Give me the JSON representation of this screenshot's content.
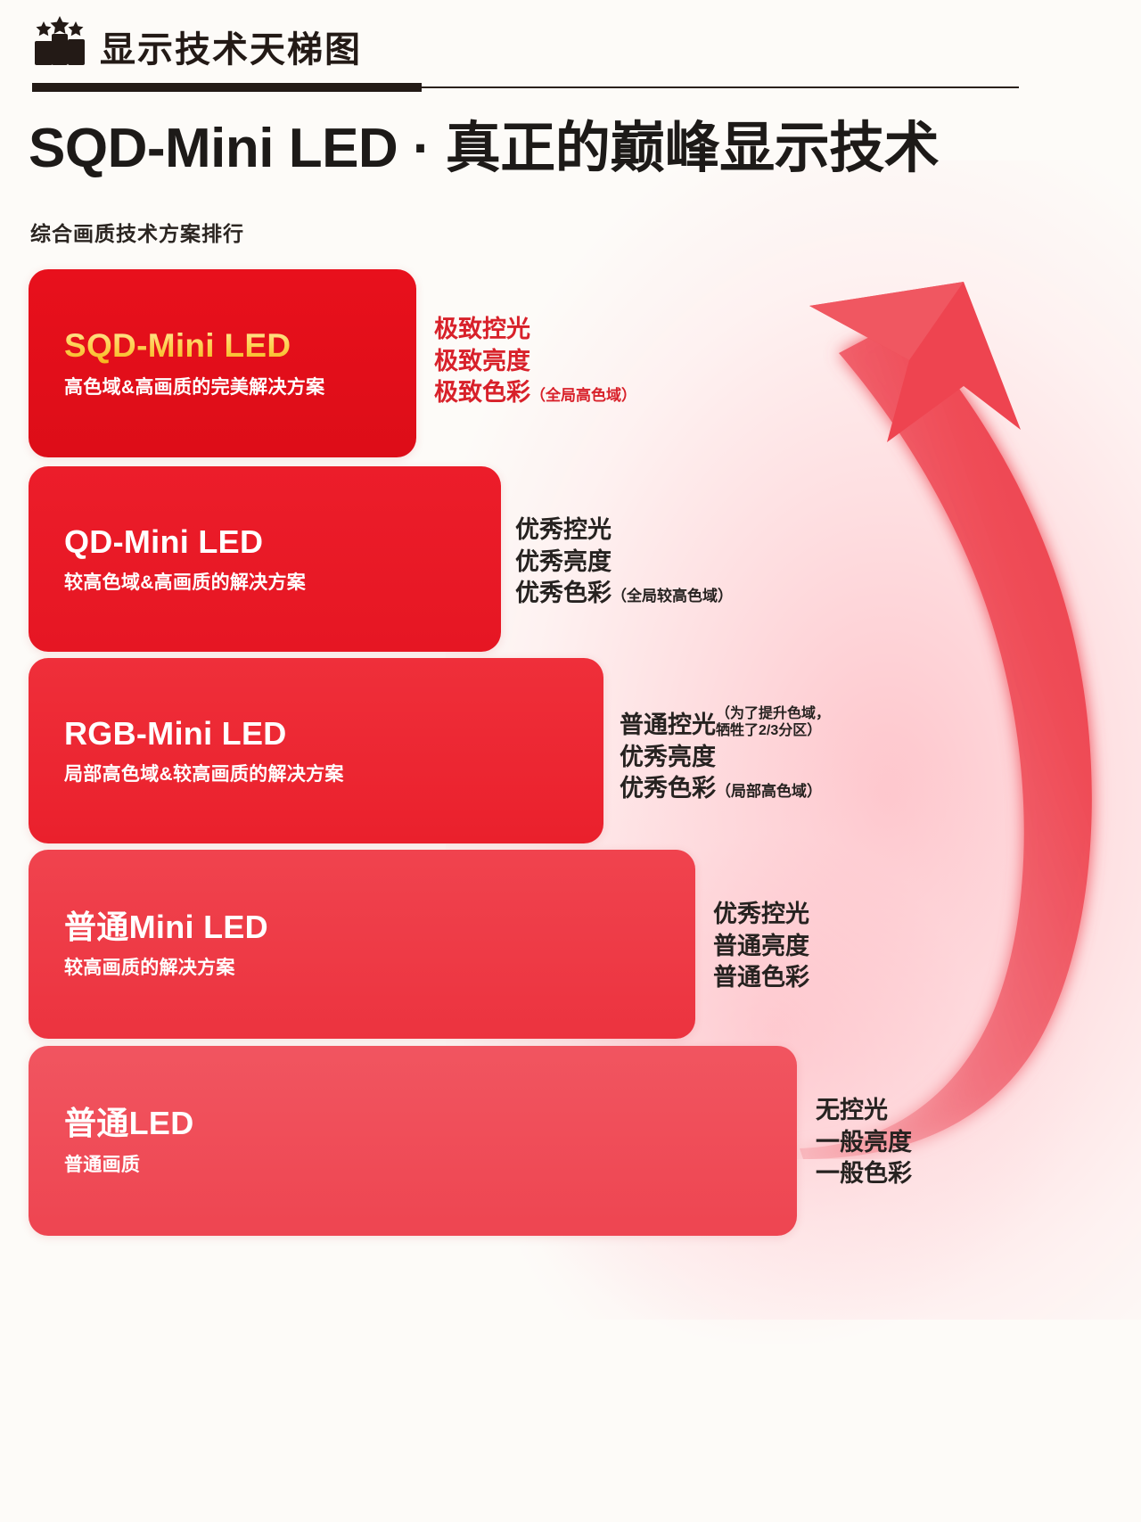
{
  "header": {
    "icon": "podium-ranking-icon",
    "title": "显示技术天梯图"
  },
  "main": {
    "title": "SQD-Mini LED · 真正的巅峰显示技术",
    "subtitle": "综合画质技术方案排行"
  },
  "arrow": {
    "name": "upward-curved-arrow",
    "color": "#ef4650"
  },
  "colors": {
    "brand_red": "#e3101c",
    "accent_gold": "#ffd45c",
    "note_red": "#d8212a",
    "note_dark": "#262220",
    "background": "#fdfbf8"
  },
  "chart_data": {
    "type": "bar",
    "title": "综合画质技术方案排行",
    "categories": [
      "SQD-Mini LED",
      "QD-Mini LED",
      "RGB-Mini LED",
      "普通Mini LED",
      "普通LED"
    ],
    "values": [
      1,
      2,
      3,
      4,
      5
    ],
    "xlabel": "",
    "ylabel": "",
    "legend": "none",
    "grid": false
  },
  "tiers": [
    {
      "rank": 1,
      "title": "SQD-Mini LED",
      "subtitle": "高色域&高画质的完美解决方案",
      "notes": [
        {
          "main": "极致控光",
          "paren": ""
        },
        {
          "main": "极致亮度",
          "paren": ""
        },
        {
          "main": "极致色彩",
          "paren": "（全局高色域）"
        }
      ]
    },
    {
      "rank": 2,
      "title": "QD-Mini LED",
      "subtitle": "较高色域&高画质的解决方案",
      "notes": [
        {
          "main": "优秀控光",
          "paren": ""
        },
        {
          "main": "优秀亮度",
          "paren": ""
        },
        {
          "main": "优秀色彩",
          "paren": "（全局较高色域）"
        }
      ]
    },
    {
      "rank": 3,
      "title": "RGB-Mini LED",
      "subtitle": "局部高色域&较高画质的解决方案",
      "notes": [
        {
          "main": "普通控光",
          "paren": "（为了提升色域，牺牲了2/3分区）"
        },
        {
          "main": "优秀亮度",
          "paren": ""
        },
        {
          "main": "优秀色彩",
          "paren": "（局部高色域）"
        }
      ]
    },
    {
      "rank": 4,
      "title": "普通Mini LED",
      "subtitle": "较高画质的解决方案",
      "notes": [
        {
          "main": "优秀控光",
          "paren": ""
        },
        {
          "main": "普通亮度",
          "paren": ""
        },
        {
          "main": "普通色彩",
          "paren": ""
        }
      ]
    },
    {
      "rank": 5,
      "title": "普通LED",
      "subtitle": "普通画质",
      "notes": [
        {
          "main": "无控光",
          "paren": ""
        },
        {
          "main": "一般亮度",
          "paren": ""
        },
        {
          "main": "一般色彩",
          "paren": ""
        }
      ]
    }
  ]
}
